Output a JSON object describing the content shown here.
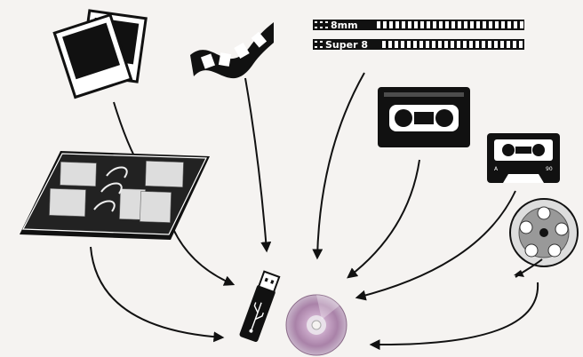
{
  "film_strips": [
    {
      "label": "8mm"
    },
    {
      "label": "Super 8"
    }
  ],
  "cassette": {
    "side_labels": [
      "A",
      "90"
    ]
  },
  "sources": [
    {
      "name": "photo-prints-icon"
    },
    {
      "name": "film-strip-icon"
    },
    {
      "name": "8mm-super8-film-icon"
    },
    {
      "name": "vhs-tape-icon"
    },
    {
      "name": "audio-cassette-icon"
    },
    {
      "name": "photo-album-icon"
    },
    {
      "name": "film-reel-icon"
    }
  ],
  "destinations": [
    {
      "name": "usb-drive-icon"
    },
    {
      "name": "dvd-disc-icon"
    }
  ],
  "colors": {
    "ink": "#111111",
    "background": "#f5f3f1",
    "disc": "#b48bb0"
  }
}
